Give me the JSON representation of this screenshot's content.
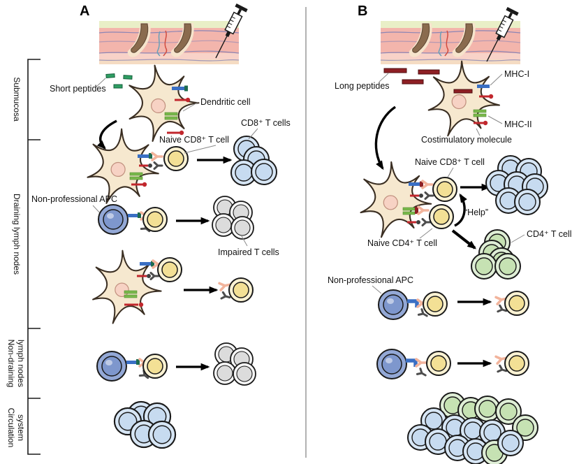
{
  "figure_title": "Short vs long peptide vaccination immune response diagram",
  "sidebar": {
    "items": [
      {
        "lines": [
          "Submucosa"
        ]
      },
      {
        "lines": [
          "Draining lymph nodes"
        ]
      },
      {
        "lines": [
          "Non-draining",
          "lymph nodes"
        ]
      },
      {
        "lines": [
          "Circulation",
          "system"
        ]
      }
    ]
  },
  "panel_a": {
    "letter": "A",
    "labels": {
      "short_peptides": "Short peptides",
      "dendritic_cell": "Dendritic cell",
      "naive_cd8": "Naive CD8⁺ T cell",
      "cd8_cells": "CD8⁺ T cells",
      "non_professional_apc": "Non-professional APC",
      "impaired": "Impaired T cells"
    }
  },
  "panel_b": {
    "letter": "B",
    "labels": {
      "long_peptides": "Long peptides",
      "mhc1": "MHC-I",
      "mhc2": "MHC-II",
      "costim": "Costimulatory molecule",
      "naive_cd8": "Naive CD8⁺ T cell",
      "help": "“Help”",
      "naive_cd4": "Naive CD4⁺ T cell",
      "cd4_cell": "CD4⁺ T cell",
      "non_professional_apc": "Non-professional APC"
    }
  },
  "colors": {
    "dc-body": "#F6E8CF",
    "dc-nucleus": "#F7D2C4",
    "tcell-outer": "#FAF2D3",
    "tcell-inner": "#F3E095",
    "cd8-outer": "#D7E6F5",
    "cd8-inner": "#C7DBF0",
    "cd4-outer": "#DFEED6",
    "cd4-inner": "#C6E2B3",
    "gray-outer": "#F6F6F6",
    "gray-inner": "#DCDCDC",
    "apc-outer": "#93A8D6",
    "apc-inner": "#7E97CD",
    "mhc1": "#3A6FC4",
    "mhc2": "#79B84C",
    "costim": "#C1272D",
    "short-peptide": "#2E9E63",
    "short-peptide-dark": "#1E6B4F",
    "long-peptide": "#8E1F24",
    "tcr": "#F2B49C",
    "receptor": "#4D4D4D",
    "outline": "#1A1A1A",
    "pointer": "#8A8A8A",
    "background": "#FFFFFF",
    "skin-top": "#E9EFC7",
    "skin-dermis": "#F3B5AC",
    "skin-lower": "#F8D2C8",
    "skin-base": "#F5DCC3",
    "hair": "#8A6B4E"
  }
}
